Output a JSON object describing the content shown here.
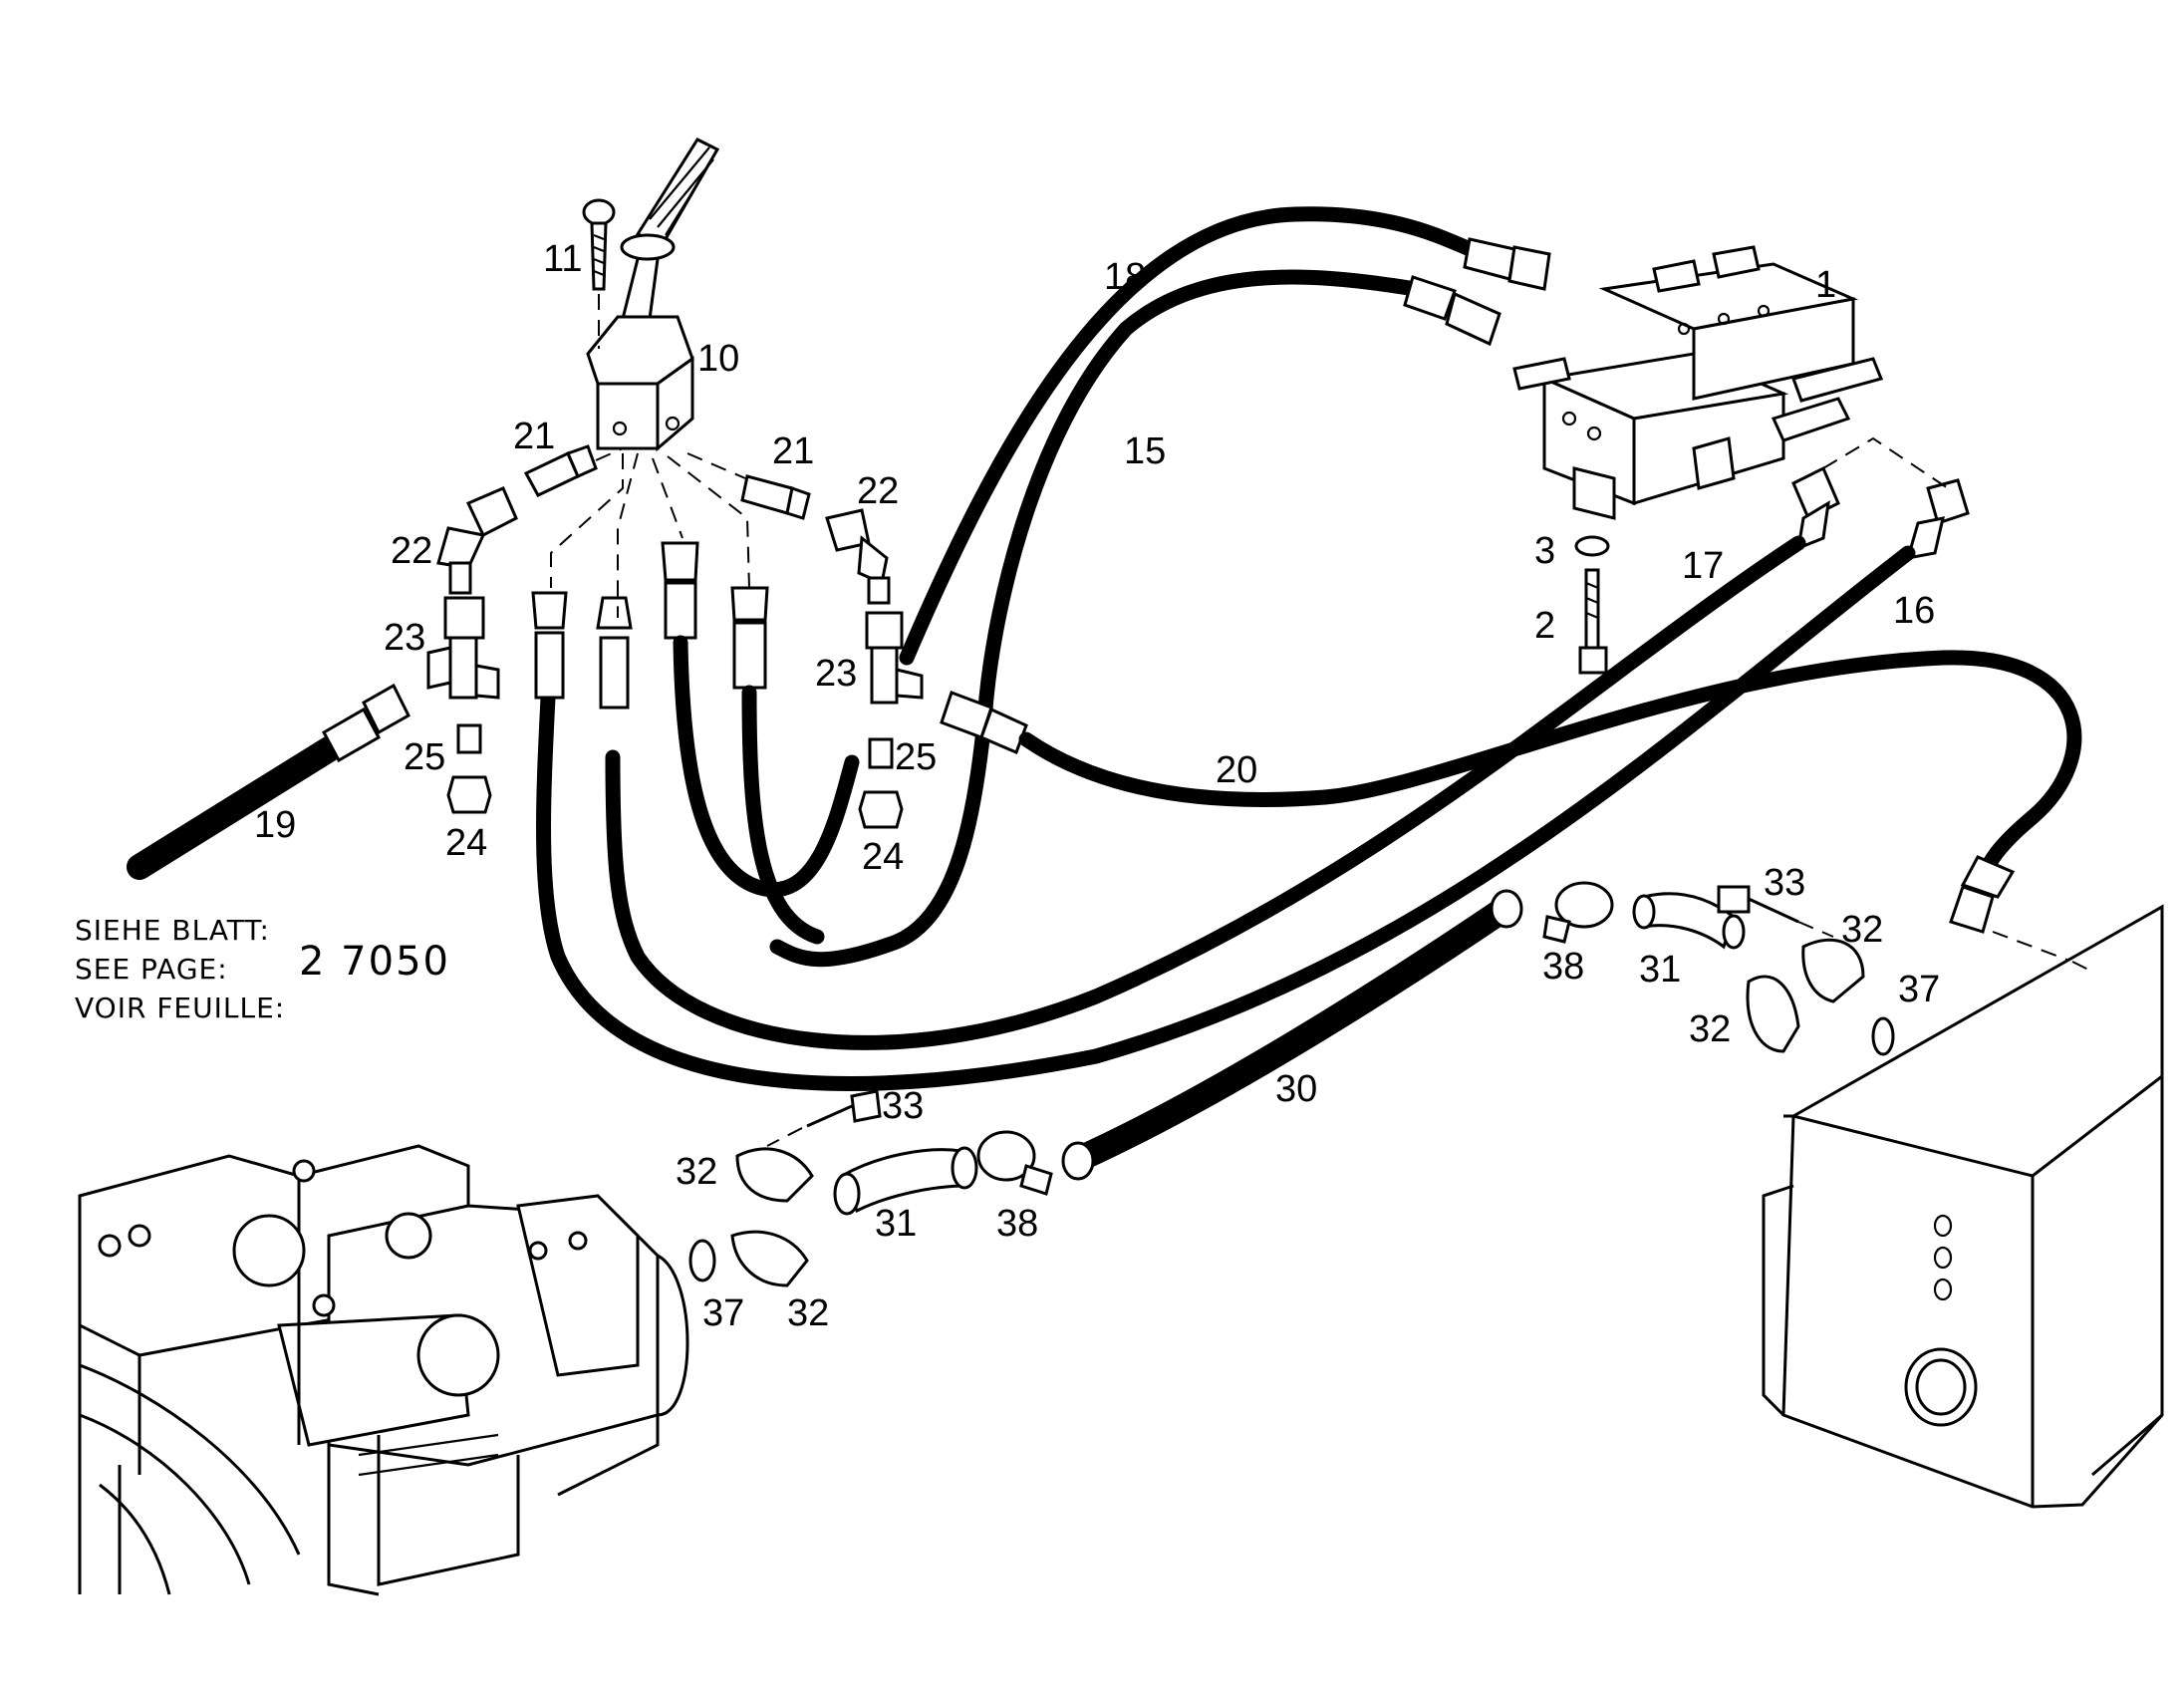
{
  "labels": {
    "l1": "1",
    "l2": "2",
    "l3": "3",
    "l10": "10",
    "l11": "11",
    "l15": "15",
    "l16": "16",
    "l17": "17",
    "l18": "18",
    "l19": "19",
    "l20": "20",
    "l21a": "21",
    "l21b": "21",
    "l22a": "22",
    "l22b": "22",
    "l23a": "23",
    "l23b": "23",
    "l24a": "24",
    "l24b": "24",
    "l25a": "25",
    "l25b": "25",
    "l30": "30",
    "l31a": "31",
    "l31b": "31",
    "l32a": "32",
    "l32b": "32",
    "l32c": "32",
    "l32d": "32",
    "l33a": "33",
    "l33b": "33",
    "l37a": "37",
    "l37b": "37",
    "l38a": "38",
    "l38b": "38"
  },
  "reference": {
    "line_de": "SIEHE BLATT:",
    "line_en": "SEE PAGE:",
    "line_fr": "VOIR FEUILLE:",
    "page": "2 7050"
  }
}
